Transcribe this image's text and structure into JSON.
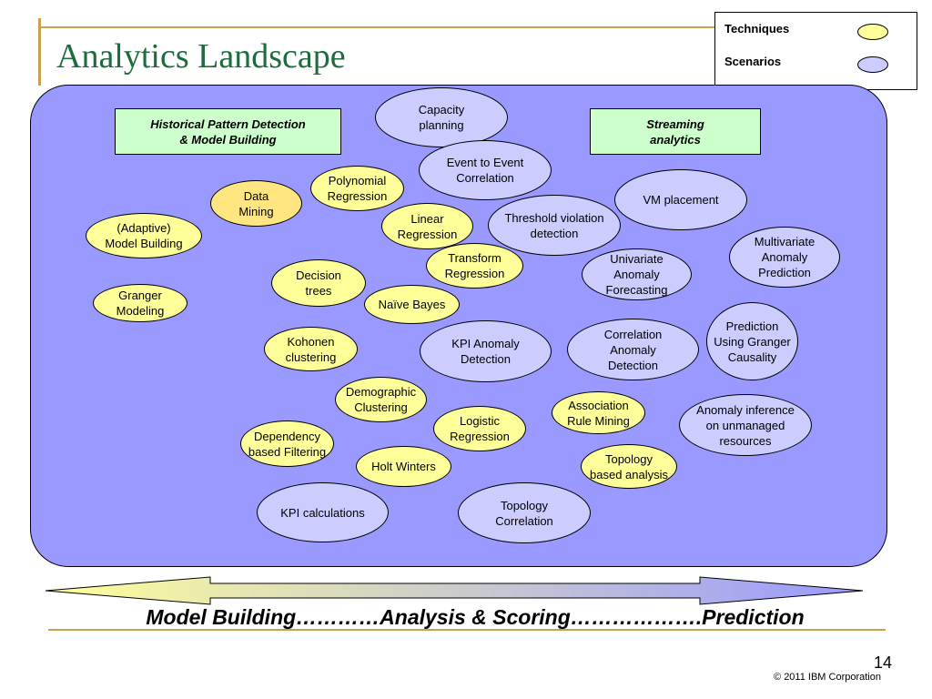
{
  "title": "Analytics Landscape",
  "legend": {
    "techniques": "Techniques",
    "scenarios": "Scenarios",
    "technique_color": "#ffff99",
    "scenario_color": "#ccccff"
  },
  "boxes": {
    "historical": "Historical Pattern Detection\n& Model Building",
    "streaming": "Streaming\nanalytics"
  },
  "techniques": [
    "Polynomial\nRegression",
    "Data\nMining",
    "(Adaptive)\nModel Building",
    "Linear\nRegression",
    "Transform\nRegression",
    "Decision\ntrees",
    "Granger\nModeling",
    "Naïve Bayes",
    "Kohonen\nclustering",
    "Demographic\nClustering",
    "Logistic\nRegression",
    "Dependency\nbased Filtering",
    "Holt Winters",
    "Association\nRule Mining",
    "Topology\nbased analysis"
  ],
  "scenarios": [
    "Capacity\nplanning",
    "Event to Event\nCorrelation",
    "VM placement",
    "Threshold violation\ndetection",
    "Multivariate\nAnomaly\nPrediction",
    "Univariate\nAnomaly\nForecasting",
    "Prediction\nUsing Granger\nCausality",
    "KPI Anomaly\nDetection",
    "Correlation\nAnomaly\nDetection",
    "Anomaly inference\non unmanaged\nresources",
    "KPI calculations",
    "Topology\nCorrelation"
  ],
  "axis_text": "Model Building…………Analysis & Scoring……………….Prediction",
  "page_number": "14",
  "copyright": "© 2011 IBM Corporation"
}
